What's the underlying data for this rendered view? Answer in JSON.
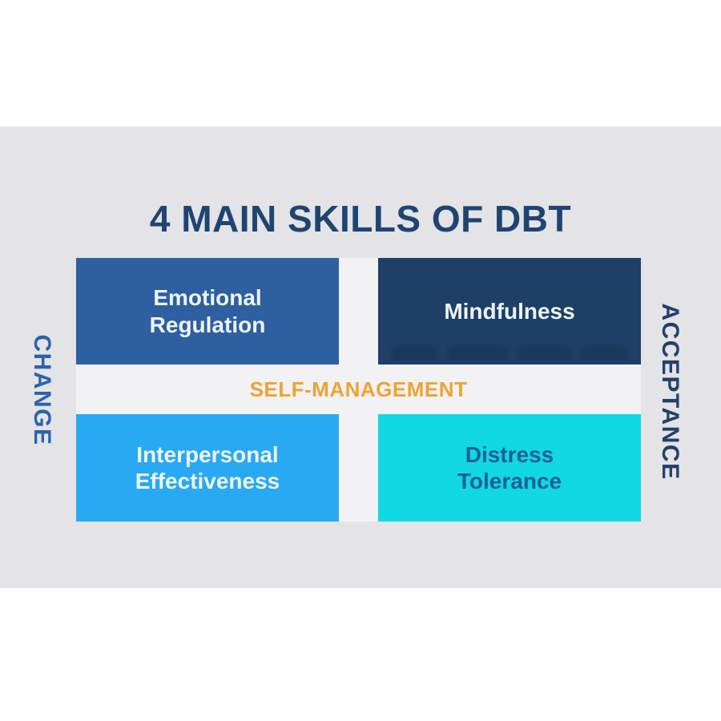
{
  "title": "4 MAIN SKILLS OF DBT",
  "center_label": "SELF-MANAGEMENT",
  "side_labels": {
    "left": "CHANGE",
    "right": "ACCEPTANCE"
  },
  "quadrants": [
    {
      "id": "emotional-regulation",
      "label": "Emotional Regulation",
      "bg": "#2d5fa1",
      "text_color": "#eef4fa",
      "position": "top-left"
    },
    {
      "id": "mindfulness",
      "label": "Mindfulness",
      "bg": "#1e3f66",
      "text_color": "#eef4fa",
      "position": "top-right"
    },
    {
      "id": "interpersonal-effectiveness",
      "label": "Interpersonal Effectiveness",
      "bg": "#29a9f1",
      "text_color": "#eef4fa",
      "position": "bottom-left"
    },
    {
      "id": "distress-tolerance",
      "label": "Distress Tolerance",
      "bg": "#12d8e2",
      "text_color": "#176194",
      "position": "bottom-right"
    }
  ],
  "colors": {
    "page_background": "#ffffff",
    "band_background": "#e4e3e5",
    "cross_gap_background": "#f2f2f4",
    "title_color": "#1e4472",
    "center_label_color": "#f0a233",
    "change_label_color": "#2b63ad",
    "acceptance_label_color": "#20416b"
  }
}
